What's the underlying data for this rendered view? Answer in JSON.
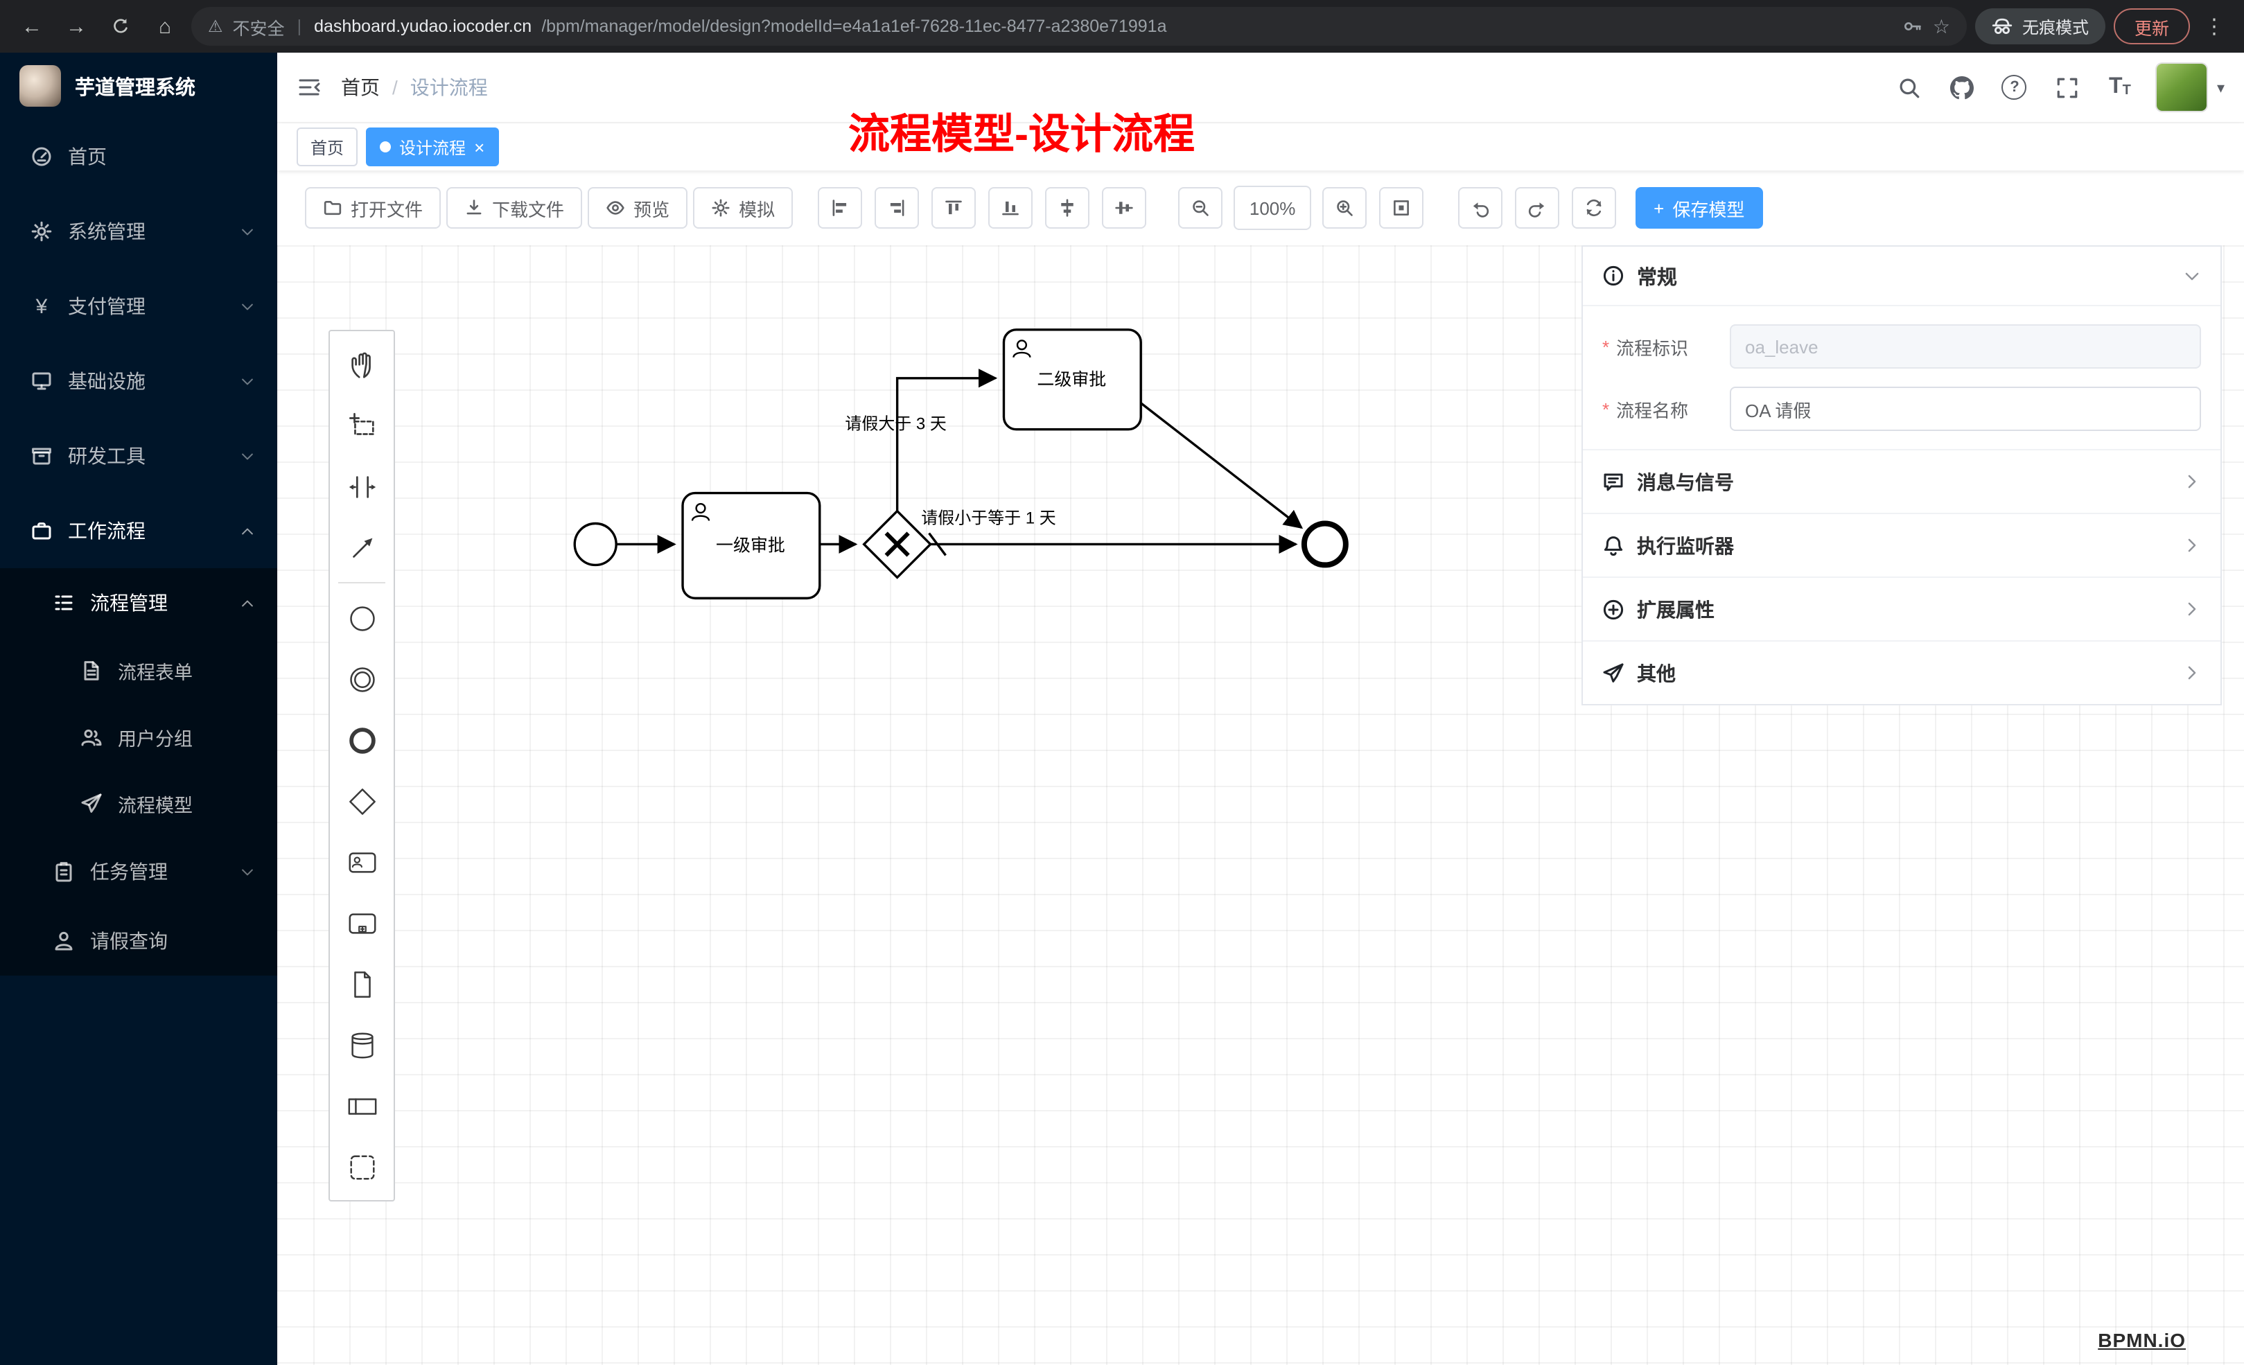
{
  "browser": {
    "security": "不安全",
    "host": "dashboard.yudao.iocoder.cn",
    "path": "/bpm/manager/model/design?modelId=e4a1a1ef-7628-11ec-8477-a2380e71991a",
    "incognito": "无痕模式",
    "update": "更新"
  },
  "icons": {
    "back": "←",
    "forward": "→",
    "home": "⌂",
    "warning": "⚠",
    "pipe": "|",
    "star": "☆",
    "menu_dots": "⋮",
    "yen": "¥",
    "caret_down": "▾",
    "question": "?",
    "font_large": "T",
    "font_small": "T",
    "plus": "+"
  },
  "sidebar": {
    "title": "芋道管理系统",
    "items": [
      {
        "label": "首页"
      },
      {
        "label": "系统管理"
      },
      {
        "label": "支付管理"
      },
      {
        "label": "基础设施"
      },
      {
        "label": "研发工具"
      },
      {
        "label": "工作流程"
      }
    ],
    "process_mgmt": "流程管理",
    "process_children": [
      {
        "label": "流程表单"
      },
      {
        "label": "用户分组"
      },
      {
        "label": "流程模型"
      }
    ],
    "task_mgmt": "任务管理",
    "leave_query": "请假查询"
  },
  "header": {
    "breadcrumb_home": "首页",
    "breadcrumb_sep": "/",
    "breadcrumb_current": "设计流程",
    "annotation": "流程模型-设计流程"
  },
  "tabs": {
    "home": "首页",
    "active": "设计流程",
    "close": "×"
  },
  "toolbar": {
    "open": "打开文件",
    "download": "下载文件",
    "preview": "预览",
    "simulate": "模拟",
    "zoom_level": "100%",
    "save": "保存模型"
  },
  "diagram": {
    "task1": "一级审批",
    "task2": "二级审批",
    "label_gt3": "请假大于 3 天",
    "label_le1": "请假小于等于 1 天"
  },
  "panel": {
    "general": "常规",
    "required": "*",
    "key_label": "流程标识",
    "key_value": "oa_leave",
    "name_label": "流程名称",
    "name_value": "OA 请假",
    "sections": [
      {
        "label": "消息与信号"
      },
      {
        "label": "执行监听器"
      },
      {
        "label": "扩展属性"
      },
      {
        "label": "其他"
      }
    ]
  },
  "watermark": "BPMN.iO",
  "colors": {
    "primary": "#409eff",
    "sidebar_bg": "#001529",
    "annotation_red": "#ff0000"
  }
}
